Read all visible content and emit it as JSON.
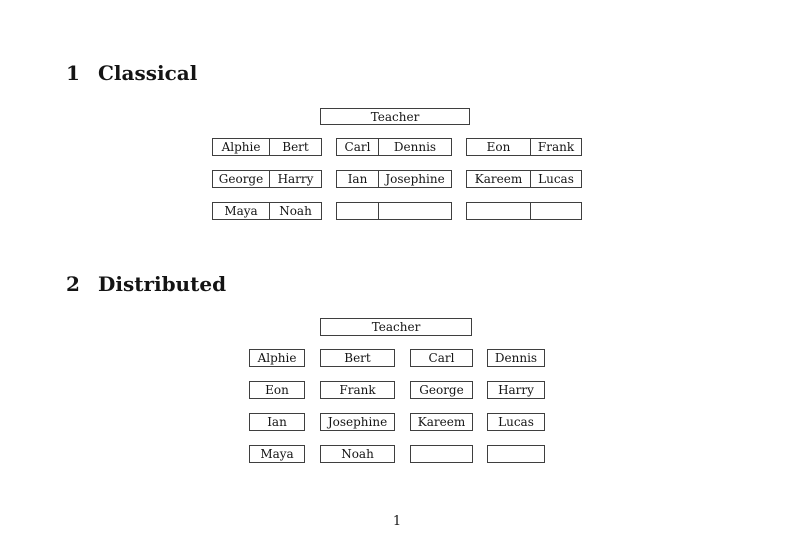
{
  "classical": {
    "number": "1",
    "title": "Classical",
    "teacher": "Teacher",
    "desks": [
      [
        "Alphie",
        "Bert"
      ],
      [
        "Carl",
        "Dennis"
      ],
      [
        "Eon",
        "Frank"
      ],
      [
        "George",
        "Harry"
      ],
      [
        "Ian",
        "Josephine"
      ],
      [
        "Kareem",
        "Lucas"
      ],
      [
        "Maya",
        "Noah"
      ],
      [
        "",
        ""
      ],
      [
        "",
        ""
      ]
    ]
  },
  "distributed": {
    "number": "2",
    "title": "Distributed",
    "teacher": "Teacher",
    "desks": [
      "Alphie",
      "Bert",
      "Carl",
      "Dennis",
      "Eon",
      "Frank",
      "George",
      "Harry",
      "Ian",
      "Josephine",
      "Kareem",
      "Lucas",
      "Maya",
      "Noah",
      "",
      ""
    ]
  },
  "footer": {
    "page_number": "1"
  }
}
